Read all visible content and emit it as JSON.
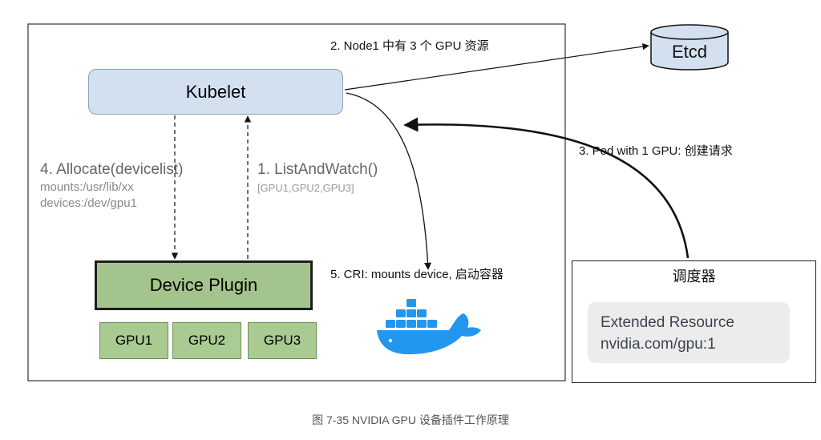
{
  "nodes": {
    "kubelet": "Kubelet",
    "etcd": "Etcd",
    "device_plugin": "Device Plugin",
    "gpus": [
      "GPU1",
      "GPU2",
      "GPU3"
    ],
    "scheduler": {
      "title": "调度器",
      "extended_resource_line1": "Extended Resource",
      "extended_resource_line2": "nvidia.com/gpu:1"
    }
  },
  "labels": {
    "node1_gpu": "2. Node1 中有 3 个 GPU 资源",
    "pod_request": "3. Pod with 1 GPU: 创建请求",
    "allocate": "4. Allocate(devicelist)",
    "mounts": "mounts:/usr/lib/xx",
    "devices": "devices:/dev/gpu1",
    "list_and_watch": "1. ListAndWatch()",
    "gpu_list": "[GPU1,GPU2,GPU3]",
    "cri": "5. CRI: mounts device, 启动容器"
  },
  "icons": {
    "container_runtime": "docker-whale-icon"
  },
  "colors": {
    "kubelet_fill": "#d3e0f0",
    "device_plugin_fill": "#a3c48c",
    "gpu_fill": "#a9ca90",
    "docker_blue": "#2396ed"
  },
  "caption": "图 7-35 NVIDIA GPU 设备插件工作原理"
}
